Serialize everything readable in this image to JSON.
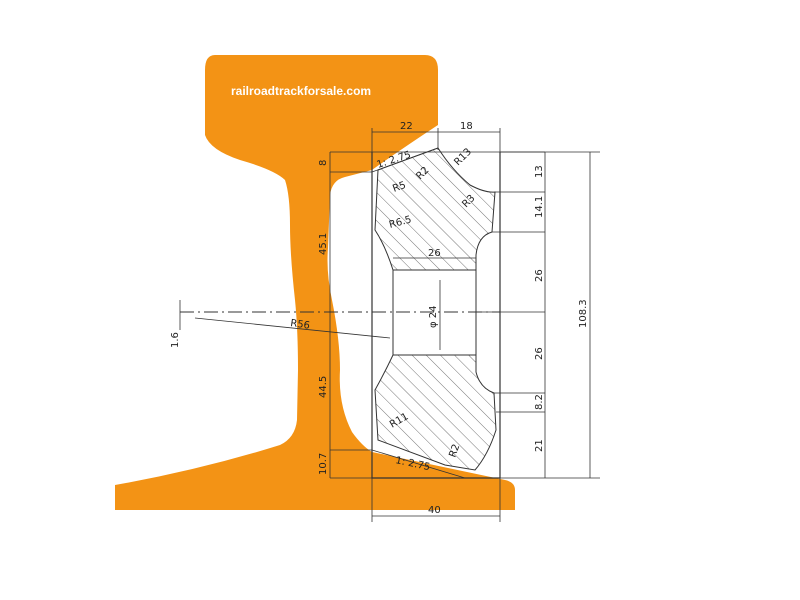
{
  "colors": {
    "rail": "#f39315",
    "hatch": "#555555",
    "line": "#333333",
    "background": "#ffffff"
  },
  "watermark": "railroadtrackforsale.com",
  "dimensions": {
    "top_width_left": "22",
    "top_width_right": "18",
    "slope_top": "1: 2.75",
    "slope_bottom": "1: 2.75",
    "r13": "R13",
    "r2_top": "R2",
    "r5": "R5",
    "r3": "R3",
    "r65": "R6.5",
    "r56": "R56",
    "r11": "R11",
    "r2_bottom": "R2",
    "hole_width": "26",
    "hole_diameter": "φ 24",
    "left_8": "8",
    "left_451": "45.1",
    "left_445": "44.5",
    "left_107": "10.7",
    "left_16": "1.6",
    "right_13": "13",
    "right_141": "14.1",
    "right_26_upper": "26",
    "right_26_lower": "26",
    "right_82": "8.2",
    "right_21": "21",
    "total_height": "108.3",
    "bottom_width": "40"
  }
}
